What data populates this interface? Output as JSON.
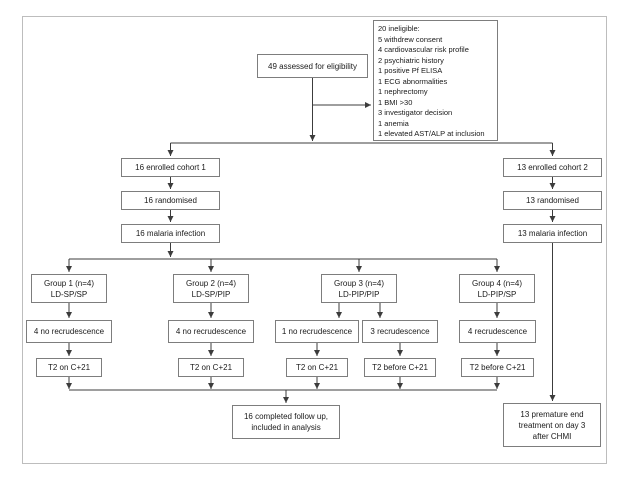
{
  "figure": {
    "assessed_label": "49 assessed for eligibility",
    "ineligible": {
      "items": [
        "20 ineligible:",
        "5 withdrew consent",
        "4 cardiovascular risk profile",
        "2 psychiatric history",
        "1 positive Pf ELISA",
        "1 ECG abnormalities",
        "1 nephrectomy",
        "1 BMI >30",
        "3 investigator decision",
        "1 anemia",
        "1 elevated AST/ALP at inclusion"
      ]
    },
    "cohort1": {
      "enrolled": "16 enrolled cohort 1",
      "randomised": "16 randomised",
      "infection": "16 malaria infection"
    },
    "cohort2": {
      "enrolled": "13 enrolled cohort 2",
      "randomised": "13 randomised",
      "infection": "13 malaria infection"
    },
    "groups": [
      {
        "title": "Group 1 (n=4)",
        "regimen": "LD-SP/SP"
      },
      {
        "title": "Group 2 (n=4)",
        "regimen": "LD-SP/PIP"
      },
      {
        "title": "Group 3 (n=4)",
        "regimen": "LD-PIP/PIP"
      },
      {
        "title": "Group 4 (n=4)",
        "regimen": "LD-PIP/SP"
      }
    ],
    "outcomes": [
      "4 no recrudescence",
      "4 no recrudescence",
      "1 no recrudescence",
      "3 recrudescence",
      "4 recrudescence"
    ],
    "timepoints": [
      "T2 on C+21",
      "T2 on C+21",
      "T2 on C+21",
      "T2 before C+21",
      "T2 before C+21"
    ],
    "completed_label": "16 completed follow up,\nincluded in analysis",
    "premature_label": "13 premature end\ntreatment on day 3\nafter CHMI",
    "colors": {
      "line": "#3c3c3c",
      "box_border": "#7d7d7d",
      "frame": "#bdbdbd",
      "text": "#1a1a1a"
    }
  }
}
